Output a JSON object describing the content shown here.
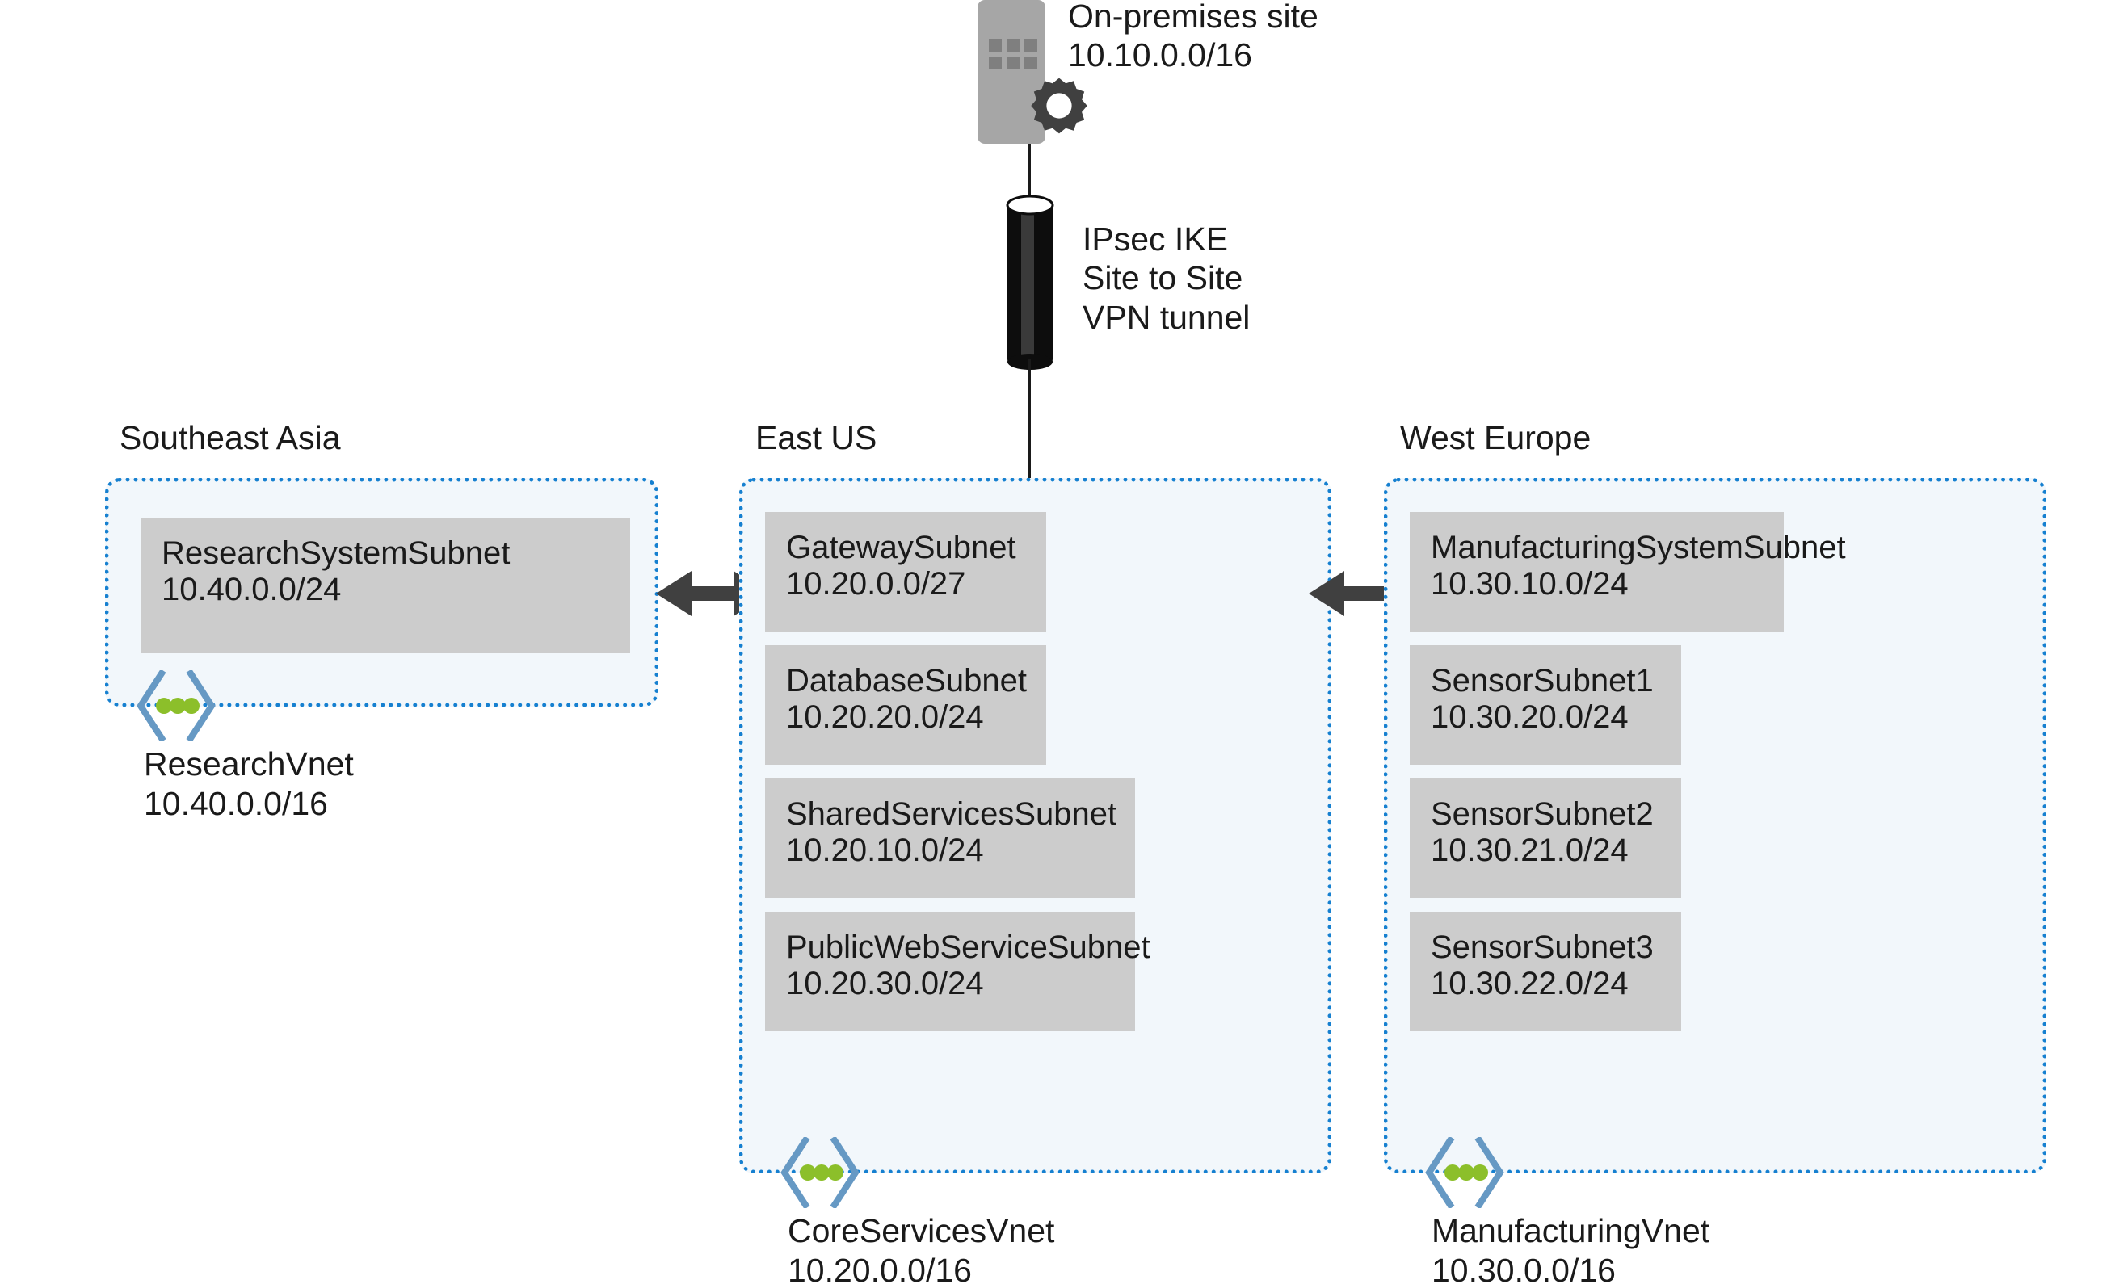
{
  "diagram": {
    "title": "Azure hub and spoke virtual network topology",
    "colors": {
      "vnet_border": "#1680d0",
      "vnet_fill": "#f2f7fb",
      "subnet_fill": "#cccccc",
      "arrow": "#404040",
      "building": "#a6a6a6",
      "building_window": "#7f7f7f",
      "gear": "#404040",
      "tunnel": "#101010",
      "chevron": "#6699c4",
      "dot_green": "#8cbf2a",
      "text": "#1a1a1a"
    }
  },
  "onpremises": {
    "icon": "on-premises-building-icon",
    "gear_icon": "gear-icon",
    "name": "On-premises site",
    "cidr": "10.10.0.0/16"
  },
  "vpn": {
    "icon": "vpn-tunnel-icon",
    "lines": [
      "IPsec IKE",
      "Site to Site",
      "VPN tunnel"
    ]
  },
  "regions": [
    {
      "id": "southeast-asia",
      "label": "Southeast Asia",
      "vnet": {
        "name": "ResearchVnet",
        "cidr": "10.40.0.0/16",
        "icon": "virtual-network-icon"
      },
      "subnets": [
        {
          "name": "ResearchSystemSubnet",
          "cidr": "10.40.0.0/24"
        }
      ]
    },
    {
      "id": "east-us",
      "label": "East US",
      "vnet": {
        "name": "CoreServicesVnet",
        "cidr": "10.20.0.0/16",
        "icon": "virtual-network-icon"
      },
      "subnets": [
        {
          "name": "GatewaySubnet",
          "cidr": "10.20.0.0/27"
        },
        {
          "name": "DatabaseSubnet",
          "cidr": "10.20.20.0/24"
        },
        {
          "name": "SharedServicesSubnet",
          "cidr": "10.20.10.0/24"
        },
        {
          "name": "PublicWebServiceSubnet",
          "cidr": "10.20.30.0/24"
        }
      ]
    },
    {
      "id": "west-europe",
      "label": "West Europe",
      "vnet": {
        "name": "ManufacturingVnet",
        "cidr": "10.30.0.0/16",
        "icon": "virtual-network-icon"
      },
      "subnets": [
        {
          "name": "ManufacturingSystemSubnet",
          "cidr": "10.30.10.0/24"
        },
        {
          "name": "SensorSubnet1",
          "cidr": "10.30.20.0/24"
        },
        {
          "name": "SensorSubnet2",
          "cidr": "10.30.21.0/24"
        },
        {
          "name": "SensorSubnet3",
          "cidr": "10.30.22.0/24"
        }
      ]
    }
  ],
  "connections": [
    {
      "id": "peering-left",
      "icon": "double-arrow-icon",
      "from": "ResearchVnet",
      "to": "CoreServicesVnet"
    },
    {
      "id": "peering-right",
      "icon": "double-arrow-icon",
      "from": "CoreServicesVnet",
      "to": "ManufacturingVnet"
    }
  ]
}
